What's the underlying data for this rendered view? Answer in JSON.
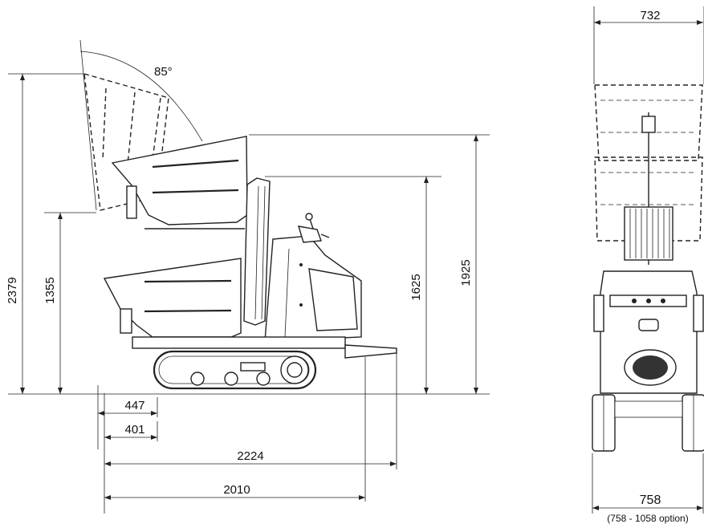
{
  "dimensions": {
    "angle": "85°",
    "overall_height_tipped": "2379",
    "skip_height": "1355",
    "rops_height": "1625",
    "raised_skip_height": "1925",
    "front_offset_1": "447",
    "front_offset_2": "401",
    "overall_length_with_platform": "2224",
    "overall_length": "2010",
    "skip_width": "732",
    "track_width": "758",
    "track_width_option": "(758 - 1058 option)"
  },
  "colors": {
    "line": "#222222",
    "text": "#111111",
    "background": "#ffffff"
  }
}
